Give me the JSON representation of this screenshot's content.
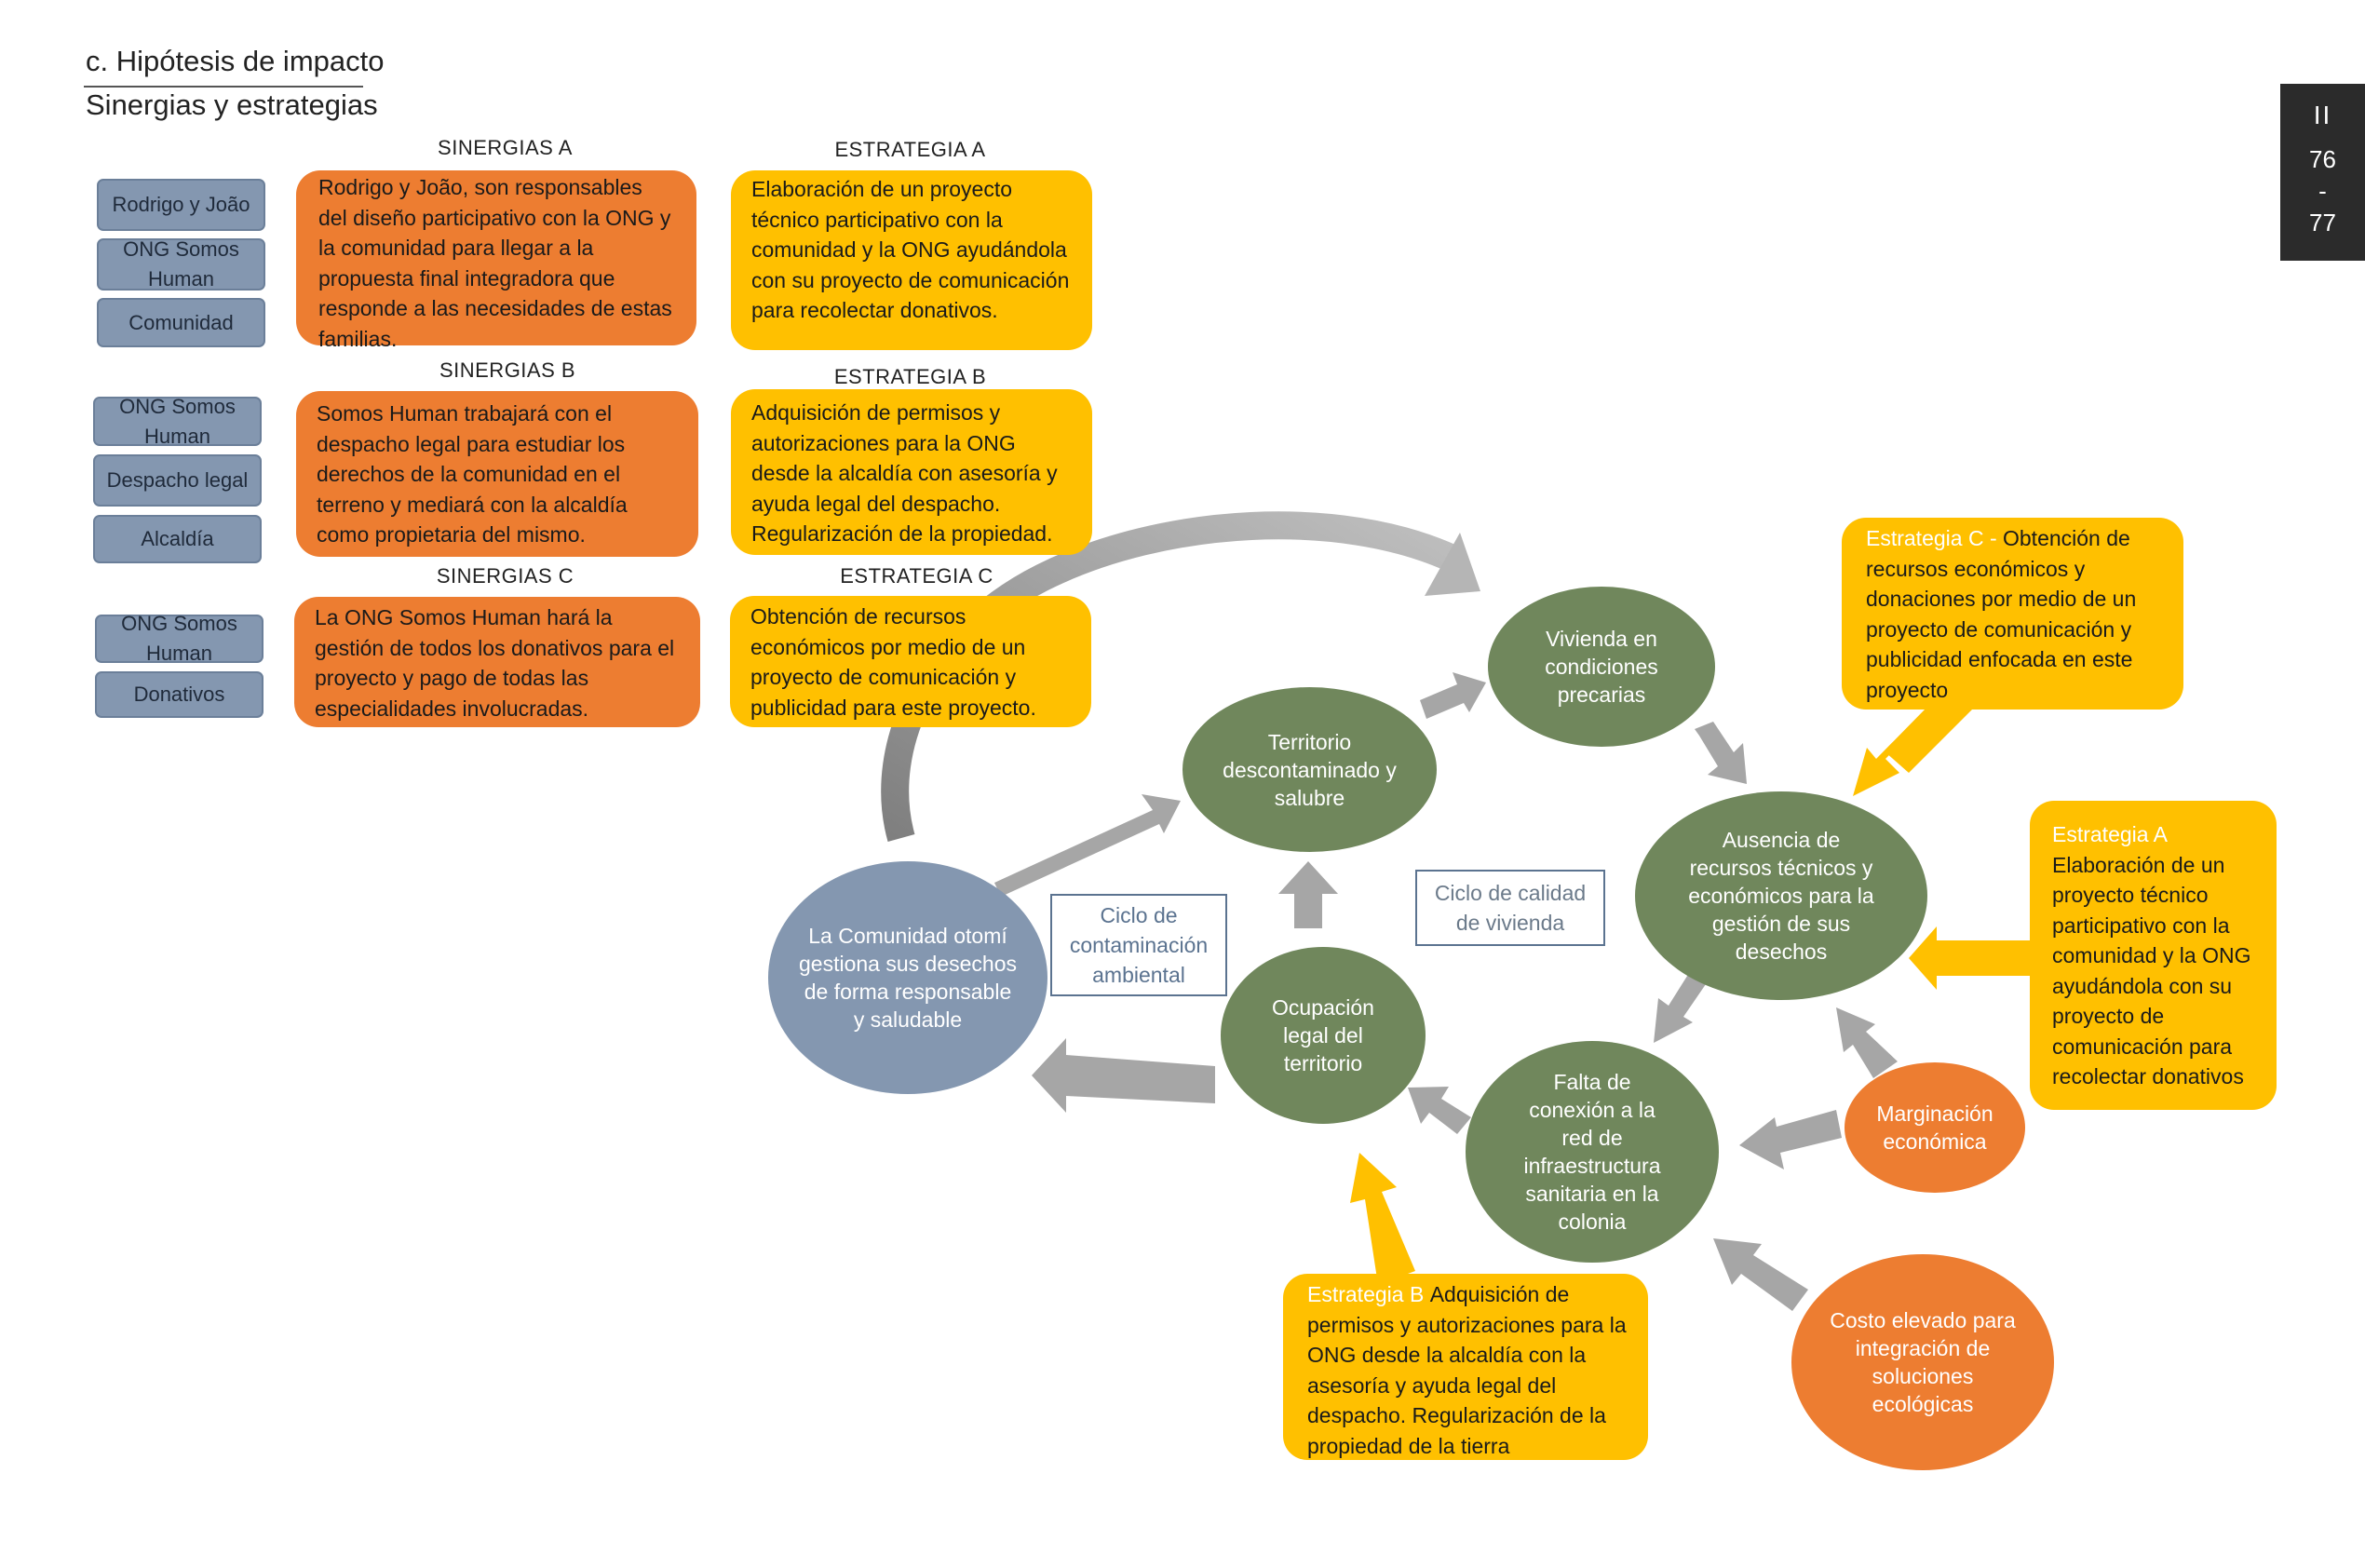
{
  "header": {
    "heading": "c. Hipótesis de impacto",
    "subheading": "Sinergias y estrategias"
  },
  "page_tab": {
    "section": "II",
    "page_start": "76",
    "separator": "-",
    "page_end": "77"
  },
  "synergies": [
    {
      "title": "SINERGIAS A",
      "actors": [
        "Rodrigo y João",
        "ONG Somos Human",
        "Comunidad"
      ],
      "text": "Rodrigo y João, son responsables del diseño participativo con la ONG y la comunidad para llegar a la propuesta final integradora que responde a las necesidades de estas familias."
    },
    {
      "title": "SINERGIAS B",
      "actors": [
        "ONG Somos Human",
        "Despacho legal",
        "Alcaldía"
      ],
      "text": "Somos Human trabajará con el despacho legal para estudiar los derechos de la comunidad en el terreno y mediará con la alcaldía como propietaria del mismo."
    },
    {
      "title": "SINERGIAS C",
      "actors": [
        "ONG Somos Human",
        "Donativos"
      ],
      "text": "La ONG Somos Human hará la gestión de todos los donativos para el proyecto y pago de todas las especialidades involucradas."
    }
  ],
  "strategies": [
    {
      "title": "ESTRATEGIA A",
      "text": "Elaboración de un proyecto técnico participativo con la comunidad y la ONG ayudándola con su proyecto de comunicación para recolectar donativos."
    },
    {
      "title": "ESTRATEGIA B",
      "text": "Adquisición de permisos y autorizaciones para la ONG desde la alcaldía con asesoría y ayuda legal del despacho. Regularización de la propiedad."
    },
    {
      "title": "ESTRATEGIA C",
      "text": "Obtención de recursos económicos por medio de un proyecto de comunicación y publicidad para este proyecto."
    }
  ],
  "nodes": {
    "community": "La Comunidad otomí gestiona sus desechos de forma responsable y saludable",
    "territory": "Territorio descontaminado y salubre",
    "housing": "Vivienda en condiciones precarias",
    "occupation": "Ocupación legal del territorio",
    "resources": "Ausencia de recursos técnicos y económicos para la gestión de sus desechos",
    "connection": "Falta de conexión a la red de infraestructura sanitaria en la colonia",
    "marginalization": "Marginación económica",
    "cost": "Costo elevado para integración de soluciones ecológicas"
  },
  "cycle_labels": {
    "contamination": "Ciclo de contaminación ambiental",
    "quality": "Ciclo de calidad de vivienda"
  },
  "callouts": {
    "c": {
      "label": "Estrategia C - ",
      "text": "Obtención de recursos económicos y donaciones por medio de un proyecto de comunicación y publicidad enfocada en este proyecto"
    },
    "a": {
      "label": "Estrategia A",
      "text": "Elaboración de un proyecto técnico participativo con la comunidad y la ONG ayudándola con su proyecto de comunicación para recolectar donativos"
    },
    "b": {
      "label": "Estrategia B",
      "text": "Adquisición de permisos y autorizaciones para la ONG desde la alcaldía con la asesoría y ayuda legal del despacho. Regularización de la propiedad de la tierra"
    }
  },
  "colors": {
    "orange": "#ed7d31",
    "yellow": "#ffc000",
    "green": "#70875c",
    "blue_gray": "#8497b0",
    "arrow_gray": "#a6a6a6"
  }
}
